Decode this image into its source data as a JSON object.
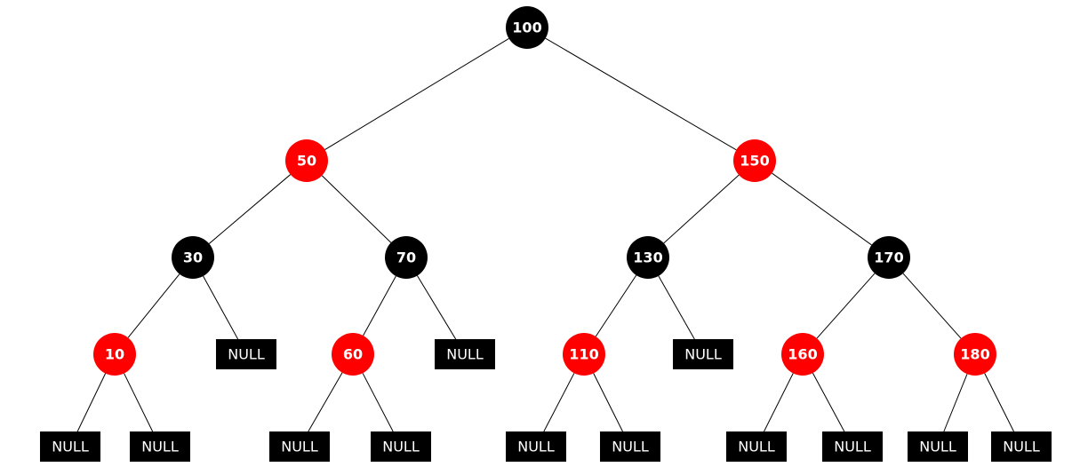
{
  "colors": {
    "red": "#ff0000",
    "black": "#000000",
    "text": "#ffffff",
    "edge": "#000000"
  },
  "null_label": "NULL",
  "nodes": [
    {
      "id": "n100",
      "label": "100",
      "color": "black"
    },
    {
      "id": "n50",
      "label": "50",
      "color": "red"
    },
    {
      "id": "n150",
      "label": "150",
      "color": "red"
    },
    {
      "id": "n30",
      "label": "30",
      "color": "black"
    },
    {
      "id": "n70",
      "label": "70",
      "color": "black"
    },
    {
      "id": "n130",
      "label": "130",
      "color": "black"
    },
    {
      "id": "n170",
      "label": "170",
      "color": "black"
    },
    {
      "id": "n10",
      "label": "10",
      "color": "red"
    },
    {
      "id": "n60",
      "label": "60",
      "color": "red"
    },
    {
      "id": "n110",
      "label": "110",
      "color": "red"
    },
    {
      "id": "n160",
      "label": "160",
      "color": "red"
    },
    {
      "id": "n180",
      "label": "180",
      "color": "red"
    }
  ],
  "nulls": [
    "null30r",
    "null70r",
    "null130r",
    "null10l",
    "null10r",
    "null60l",
    "null60r",
    "null110l",
    "null110r",
    "null160l",
    "null160r",
    "null180l",
    "null180r"
  ],
  "edges": [
    [
      "n100",
      "n50"
    ],
    [
      "n100",
      "n150"
    ],
    [
      "n50",
      "n30"
    ],
    [
      "n50",
      "n70"
    ],
    [
      "n150",
      "n130"
    ],
    [
      "n150",
      "n170"
    ],
    [
      "n30",
      "n10"
    ],
    [
      "n30",
      "null30r"
    ],
    [
      "n70",
      "n60"
    ],
    [
      "n70",
      "null70r"
    ],
    [
      "n130",
      "n110"
    ],
    [
      "n130",
      "null130r"
    ],
    [
      "n170",
      "n160"
    ],
    [
      "n170",
      "n180"
    ],
    [
      "n10",
      "null10l"
    ],
    [
      "n10",
      "null10r"
    ],
    [
      "n60",
      "null60l"
    ],
    [
      "n60",
      "null60r"
    ],
    [
      "n110",
      "null110l"
    ],
    [
      "n110",
      "null110r"
    ],
    [
      "n160",
      "null160l"
    ],
    [
      "n160",
      "null160r"
    ],
    [
      "n180",
      "null180l"
    ],
    [
      "n180",
      "null180r"
    ]
  ]
}
